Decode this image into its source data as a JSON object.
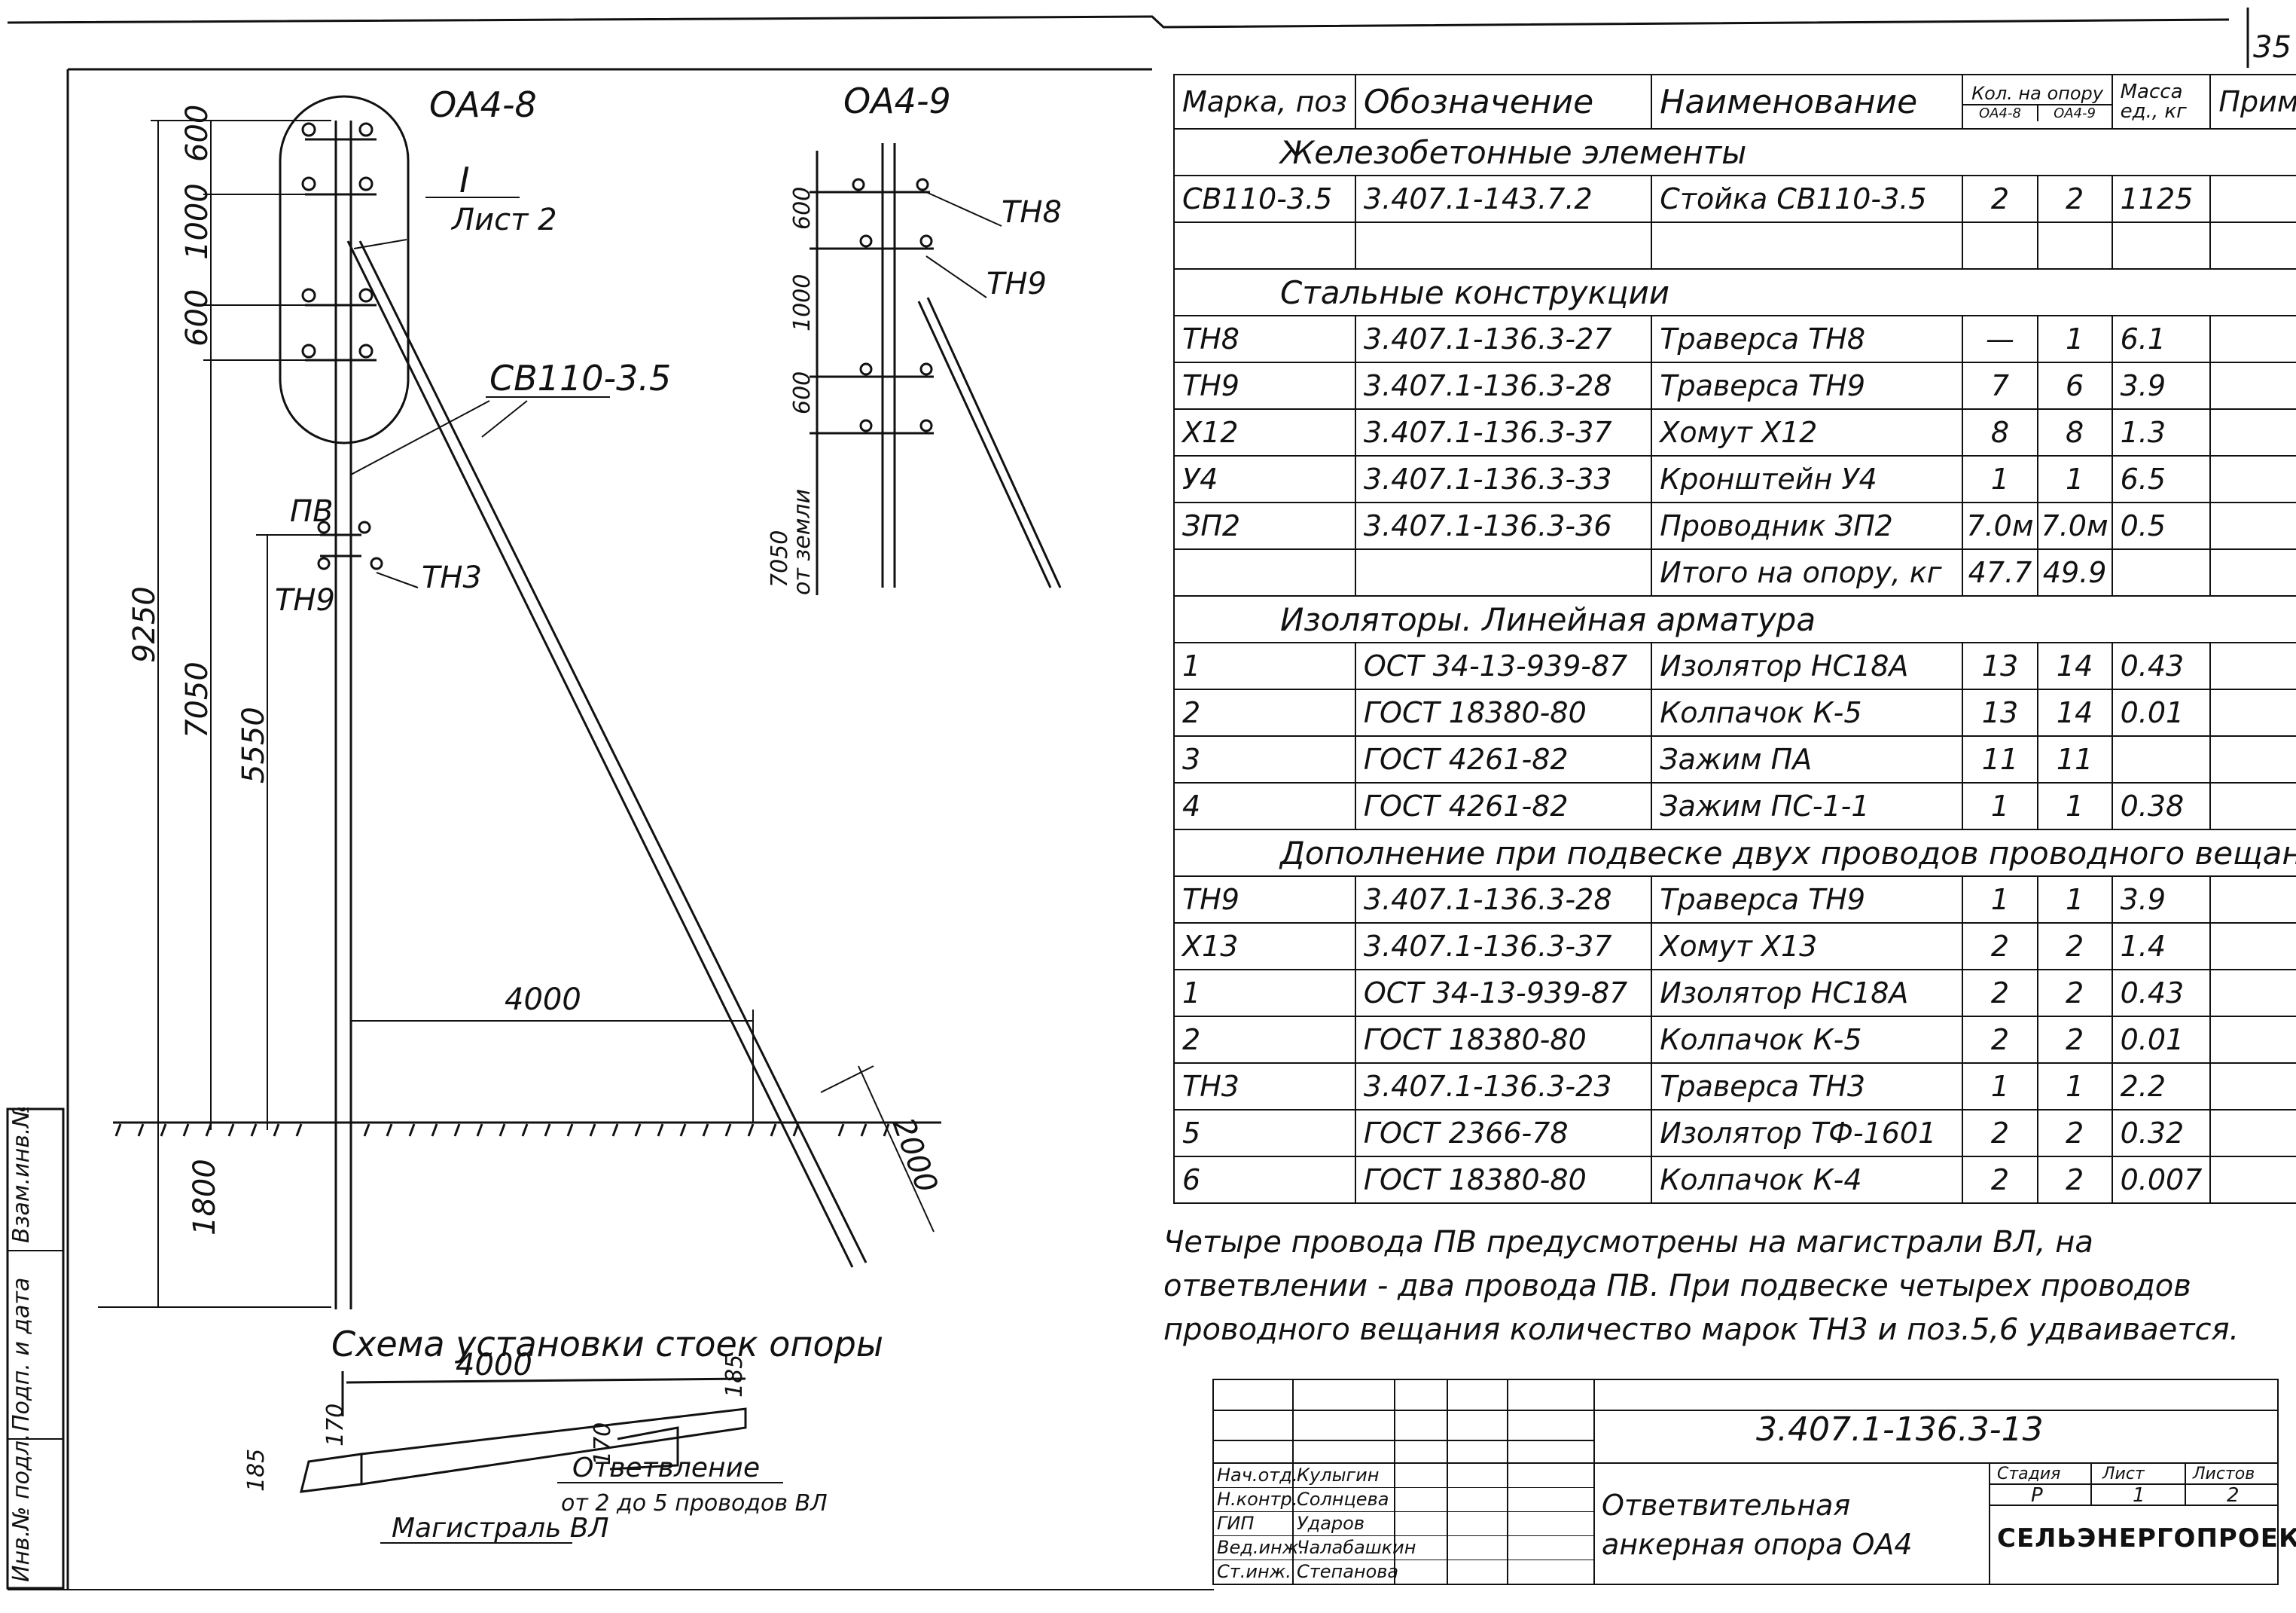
{
  "page_number": "35",
  "drawing": {
    "pole_a_label": "ОА4-8",
    "pole_b_label": "ОА4-9",
    "detail_mark": "I",
    "detail_sheet": "Лист 2",
    "strut_label": "СВ110-3.5",
    "pv_label": "ПВ",
    "th9_label": "ТН9",
    "th3_label": "ТН3",
    "th8_label": "ТН8",
    "dims_a": [
      "600",
      "1000",
      "600"
    ],
    "dim_9250": "9250",
    "dim_7050": "7050",
    "dim_5550": "5550",
    "dim_4000": "4000",
    "dim_1800": "1800",
    "dim_2000": "2000",
    "dims_b": [
      "600",
      "1000",
      "600"
    ],
    "dim_b_7050": "7050",
    "dim_b_note": "от земли",
    "scheme_title": "Схема установки стоек опоры",
    "scheme_dim_4000": "4000",
    "scheme_dim_185a": "185",
    "scheme_dim_185b": "185",
    "scheme_dim_170a": "170",
    "scheme_dim_170b": "170",
    "scheme_branch": "Ответвление",
    "scheme_branch_note": "от 2 до 5 проводов ВЛ",
    "scheme_main": "Магистраль ВЛ"
  },
  "side_strip": [
    "Инв.№ подл.",
    "Подп. и дата",
    "Взам.инв.№"
  ],
  "table": {
    "headers": {
      "mark": "Марка, поз",
      "designation": "Обозначение",
      "name": "Наименование",
      "qty_top": "Кол. на опору",
      "qty_a": "ОА4-8",
      "qty_b": "ОА4-9",
      "mass": "Масса ед., кг",
      "note": "Примеч."
    },
    "sections": [
      {
        "title": "Железобетонные элементы",
        "rows": [
          {
            "mark": "СВ110-3.5",
            "designation": "3.407.1-143.7.2",
            "name": "Стойка СВ110-3.5",
            "qa": "2",
            "qb": "2",
            "mass": "1125"
          },
          {
            "mark": "",
            "designation": "",
            "name": "",
            "qa": "",
            "qb": "",
            "mass": ""
          }
        ]
      },
      {
        "title": "Стальные конструкции",
        "rows": [
          {
            "mark": "ТН8",
            "designation": "3.407.1-136.3-27",
            "name": "Траверса ТН8",
            "qa": "—",
            "qb": "1",
            "mass": "6.1"
          },
          {
            "mark": "ТН9",
            "designation": "3.407.1-136.3-28",
            "name": "Траверса ТН9",
            "qa": "7",
            "qb": "6",
            "mass": "3.9"
          },
          {
            "mark": "Х12",
            "designation": "3.407.1-136.3-37",
            "name": "Хомут Х12",
            "qa": "8",
            "qb": "8",
            "mass": "1.3"
          },
          {
            "mark": "У4",
            "designation": "3.407.1-136.3-33",
            "name": "Кронштейн У4",
            "qa": "1",
            "qb": "1",
            "mass": "6.5"
          },
          {
            "mark": "ЗП2",
            "designation": "3.407.1-136.3-36",
            "name": "Проводник ЗП2",
            "qa": "7.0м",
            "qb": "7.0м",
            "mass": "0.5"
          },
          {
            "mark": "",
            "designation": "",
            "name": "Итого на опору, кг",
            "qa": "47.7",
            "qb": "49.9",
            "mass": ""
          }
        ]
      },
      {
        "title": "Изоляторы. Линейная арматура",
        "rows": [
          {
            "mark": "1",
            "designation": "ОСТ 34-13-939-87",
            "name": "Изолятор НС18А",
            "qa": "13",
            "qb": "14",
            "mass": "0.43"
          },
          {
            "mark": "2",
            "designation": "ГОСТ 18380-80",
            "name": "Колпачок К-5",
            "qa": "13",
            "qb": "14",
            "mass": "0.01"
          },
          {
            "mark": "3",
            "designation": "ГОСТ 4261-82",
            "name": "Зажим ПА",
            "qa": "11",
            "qb": "11",
            "mass": ""
          },
          {
            "mark": "4",
            "designation": "ГОСТ 4261-82",
            "name": "Зажим ПС-1-1",
            "qa": "1",
            "qb": "1",
            "mass": "0.38"
          }
        ]
      },
      {
        "title": "Дополнение при подвеске двух проводов проводного вещания",
        "rows": [
          {
            "mark": "ТН9",
            "designation": "3.407.1-136.3-28",
            "name": "Траверса ТН9",
            "qa": "1",
            "qb": "1",
            "mass": "3.9"
          },
          {
            "mark": "Х13",
            "designation": "3.407.1-136.3-37",
            "name": "Хомут Х13",
            "qa": "2",
            "qb": "2",
            "mass": "1.4"
          },
          {
            "mark": "1",
            "designation": "ОСТ 34-13-939-87",
            "name": "Изолятор НС18А",
            "qa": "2",
            "qb": "2",
            "mass": "0.43"
          },
          {
            "mark": "2",
            "designation": "ГОСТ 18380-80",
            "name": "Колпачок К-5",
            "qa": "2",
            "qb": "2",
            "mass": "0.01"
          },
          {
            "mark": "ТН3",
            "designation": "3.407.1-136.3-23",
            "name": "Траверса ТН3",
            "qa": "1",
            "qb": "1",
            "mass": "2.2"
          },
          {
            "mark": "5",
            "designation": "ГОСТ 2366-78",
            "name": "Изолятор ТФ-1601",
            "qa": "2",
            "qb": "2",
            "mass": "0.32"
          },
          {
            "mark": "6",
            "designation": "ГОСТ 18380-80",
            "name": "Колпачок К-4",
            "qa": "2",
            "qb": "2",
            "mass": "0.007"
          }
        ]
      }
    ]
  },
  "note_text": "Четыре провода ПВ предусмотрены на магистрали ВЛ, на ответвлении - два провода ПВ. При подвеске четырех проводов проводного вещания количество марок ТН3 и поз.5,6 удваивается.",
  "stamp": {
    "code": "3.407.1-136.3-13",
    "title": "Ответвительная анкерная опора ОА4",
    "stage_label": "Стадия",
    "sheet_label": "Лист",
    "sheets_label": "Листов",
    "stage": "Р",
    "sheet": "1",
    "sheets": "2",
    "org": "СЕЛЬЭНЕРГОПРОЕКТ",
    "people": [
      {
        "role": "Нач.отд.",
        "name": "Кулыгин"
      },
      {
        "role": "Н.контр.",
        "name": "Солнцева"
      },
      {
        "role": "ГИП",
        "name": "Ударов"
      },
      {
        "role": "Вед.инж.",
        "name": "Чалабашкин"
      },
      {
        "role": "Ст.инж.",
        "name": "Степанова"
      }
    ]
  }
}
